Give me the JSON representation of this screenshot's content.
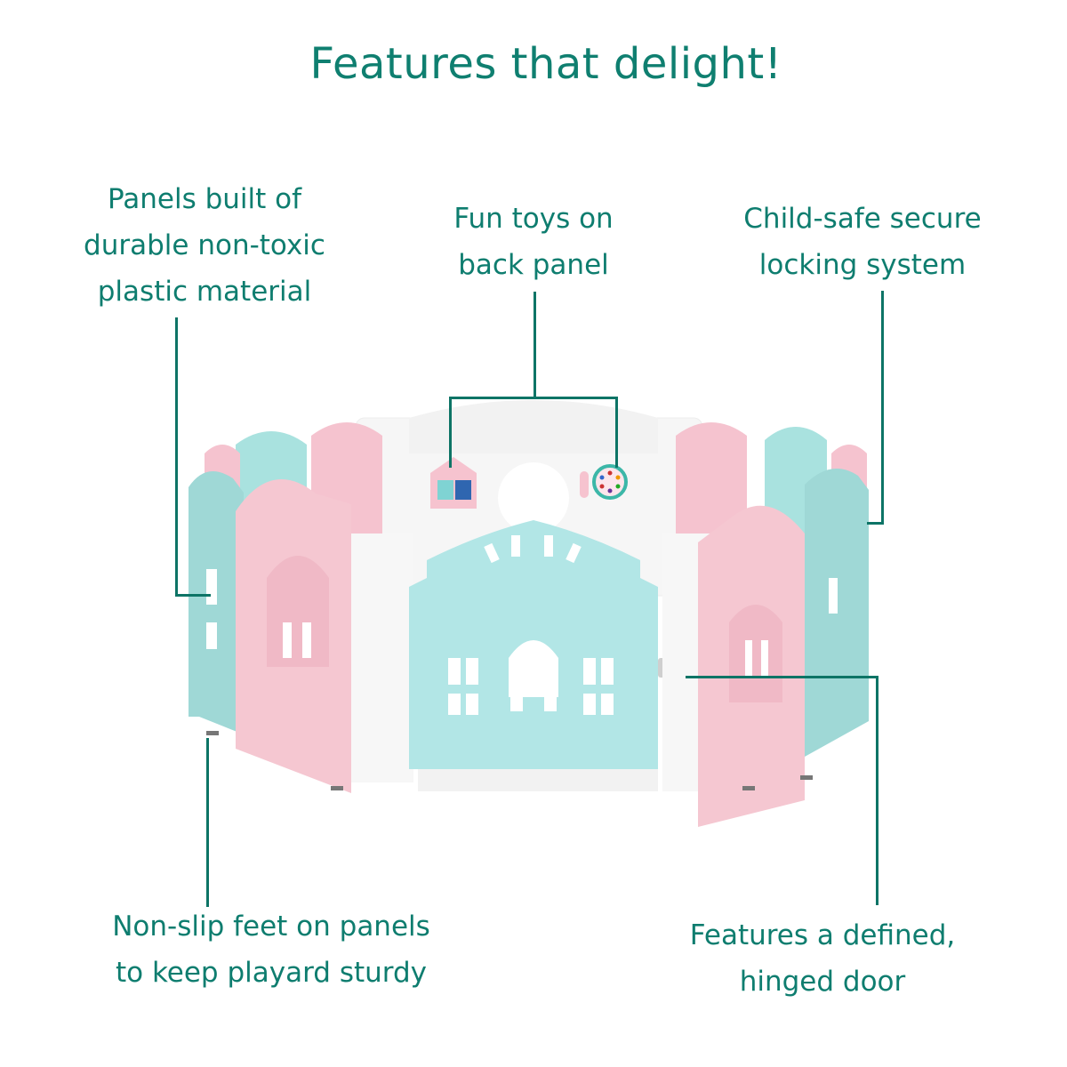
{
  "title": "Features that delight!",
  "colors": {
    "accent_text": "#0e7d6f",
    "leader_line": "#0d7466",
    "panel_pink": "#f5c7d1",
    "panel_mint": "#a6e0df",
    "panel_white": "#f4f4f4",
    "background": "#ffffff"
  },
  "callouts": [
    {
      "id": "panels",
      "lines": [
        "Panels built of",
        "durable non-toxic",
        "plastic material"
      ]
    },
    {
      "id": "toys",
      "lines": [
        "Fun toys on",
        "back panel"
      ]
    },
    {
      "id": "locking",
      "lines": [
        "Child-safe secure",
        "locking system"
      ]
    },
    {
      "id": "feet",
      "lines": [
        "Non-slip feet on panels",
        "to keep playard sturdy"
      ]
    },
    {
      "id": "door",
      "lines": [
        "Features a defined,",
        "hinged door"
      ]
    }
  ],
  "product": {
    "name": "playard",
    "icons": [
      "house-toy-icon",
      "abacus-wheel-toy-icon",
      "door-latch-icon"
    ]
  }
}
